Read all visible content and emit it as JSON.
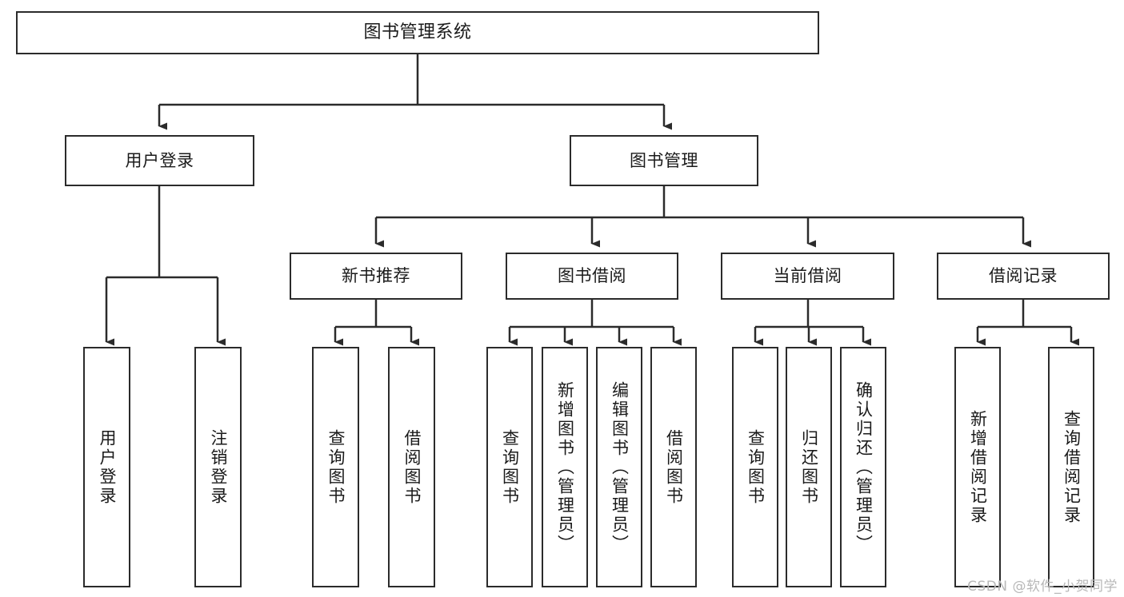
{
  "diagram": {
    "type": "tree-hierarchy-chart",
    "title": "图书管理系统",
    "colors": {
      "box_border": "#2b2b2b",
      "box_fill": "#ffffff",
      "connector": "#2b2b2b",
      "text": "#1a1a1a",
      "watermark": "#b8b8b8",
      "background": "#ffffff"
    },
    "root": {
      "label": "图书管理系统"
    },
    "level2": [
      {
        "id": "user-login",
        "label": "用户登录"
      },
      {
        "id": "book-management",
        "label": "图书管理"
      }
    ],
    "level3": [
      {
        "id": "new-book-recommend",
        "label": "新书推荐"
      },
      {
        "id": "book-borrow",
        "label": "图书借阅"
      },
      {
        "id": "current-borrow",
        "label": "当前借阅"
      },
      {
        "id": "borrow-record",
        "label": "借阅记录"
      }
    ],
    "leaves": {
      "user_login": [
        {
          "id": "leaf-user-login",
          "label": "用户登录"
        },
        {
          "id": "leaf-logout-login",
          "label": "注销登录"
        }
      ],
      "new_book_recommend": [
        {
          "id": "leaf-query-book-1",
          "label": "查询图书"
        },
        {
          "id": "leaf-borrow-book-1",
          "label": "借阅图书"
        }
      ],
      "book_borrow": [
        {
          "id": "leaf-query-book-2",
          "label": "查询图书"
        },
        {
          "id": "leaf-add-book",
          "label": "新增图书（管理员）"
        },
        {
          "id": "leaf-edit-book",
          "label": "编辑图书（管理员）"
        },
        {
          "id": "leaf-borrow-book-2",
          "label": "借阅图书"
        }
      ],
      "current_borrow": [
        {
          "id": "leaf-query-book-3",
          "label": "查询图书"
        },
        {
          "id": "leaf-return-book",
          "label": "归还图书"
        },
        {
          "id": "leaf-confirm-return",
          "label": "确认归还（管理员）"
        }
      ],
      "borrow_record": [
        {
          "id": "leaf-add-borrow-record",
          "label": "新增借阅记录"
        },
        {
          "id": "leaf-query-borrow-record",
          "label": "查询借阅记录"
        }
      ]
    },
    "watermark": "CSDN @软件_小贺同学"
  }
}
